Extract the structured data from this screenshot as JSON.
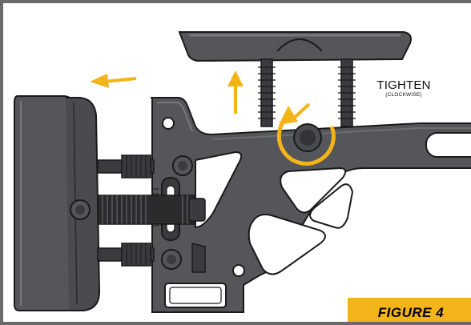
{
  "instruction": {
    "label": "TIGHTEN",
    "detail": "(CLOCKWISE)"
  },
  "figure": {
    "label": "FIGURE  4"
  },
  "colors": {
    "stock": "#55565a",
    "stock_dark": "#2b2b2d",
    "stock_light": "#77787c",
    "arrow": "#f2b418",
    "outline": "#1a1a1a"
  }
}
